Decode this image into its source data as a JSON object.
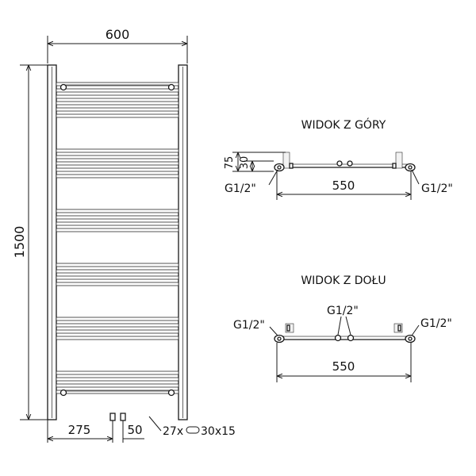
{
  "front": {
    "width_label": "600",
    "height_label": "1500",
    "offset_label": "275",
    "spacing_label": "50",
    "tube_label_prefix": "27x",
    "tube_label_size": "30x15",
    "bar_groups": [
      6,
      5,
      4,
      4,
      4,
      4
    ]
  },
  "top_view": {
    "title": "WIDOK Z GÓRY",
    "depth_outer_label": "75",
    "depth_inner_label": "30",
    "width_label": "550",
    "connector_left": "G1/2\"",
    "connector_right": "G1/2\""
  },
  "bottom_view": {
    "title": "WIDOK Z DOŁU",
    "width_label": "550",
    "connector_left": "G1/2\"",
    "connector_center": "G1/2\"",
    "connector_right": "G1/2\""
  },
  "colors": {
    "line": "#1a1a1a",
    "background": "#ffffff"
  }
}
